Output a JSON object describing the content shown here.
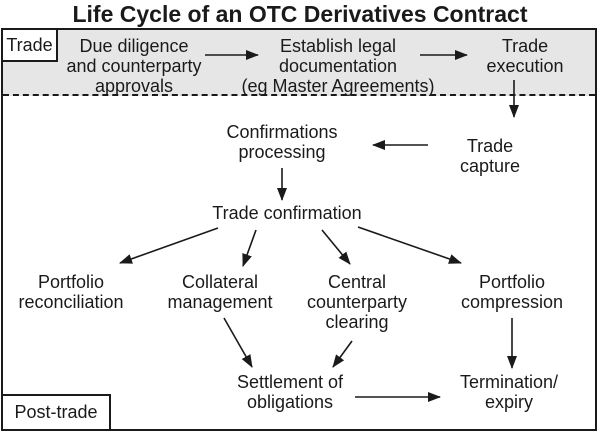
{
  "title": "Life Cycle of an OTC Derivatives Contract",
  "regions": {
    "trade_label": "Trade",
    "post_trade_label": "Post-trade"
  },
  "nodes": {
    "due_diligence": {
      "label": "Due diligence\nand counterparty\napprovals"
    },
    "establish_legal": {
      "label": "Establish legal\ndocumentation\n(eg Master Agreements)"
    },
    "trade_execution": {
      "label": "Trade\nexecution"
    },
    "trade_capture": {
      "label": "Trade capture"
    },
    "confirmations_processing": {
      "label": "Confirmations\nprocessing"
    },
    "trade_confirmation": {
      "label": "Trade confirmation"
    },
    "portfolio_reconciliation": {
      "label": "Portfolio\nreconciliation"
    },
    "collateral_management": {
      "label": "Collateral\nmanagement"
    },
    "central_counterparty_clearing": {
      "label": "Central\ncounterparty\nclearing"
    },
    "portfolio_compression": {
      "label": "Portfolio\ncompression"
    },
    "settlement_of_obligations": {
      "label": "Settlement of\nobligations"
    },
    "termination_expiry": {
      "label": "Termination/\nexpiry"
    }
  },
  "edges": [
    {
      "from": "due_diligence",
      "to": "establish_legal"
    },
    {
      "from": "establish_legal",
      "to": "trade_execution"
    },
    {
      "from": "trade_execution",
      "to": "trade_capture"
    },
    {
      "from": "trade_capture",
      "to": "confirmations_processing"
    },
    {
      "from": "confirmations_processing",
      "to": "trade_confirmation"
    },
    {
      "from": "trade_confirmation",
      "to": "portfolio_reconciliation"
    },
    {
      "from": "trade_confirmation",
      "to": "collateral_management"
    },
    {
      "from": "trade_confirmation",
      "to": "central_counterparty_clearing"
    },
    {
      "from": "trade_confirmation",
      "to": "portfolio_compression"
    },
    {
      "from": "collateral_management",
      "to": "settlement_of_obligations"
    },
    {
      "from": "central_counterparty_clearing",
      "to": "settlement_of_obligations"
    },
    {
      "from": "portfolio_compression",
      "to": "termination_expiry"
    },
    {
      "from": "settlement_of_obligations",
      "to": "termination_expiry"
    }
  ],
  "colors": {
    "band_background": "#e6e6e6",
    "border": "#1a1a1a",
    "text": "#1a1a1a",
    "background": "#ffffff"
  }
}
